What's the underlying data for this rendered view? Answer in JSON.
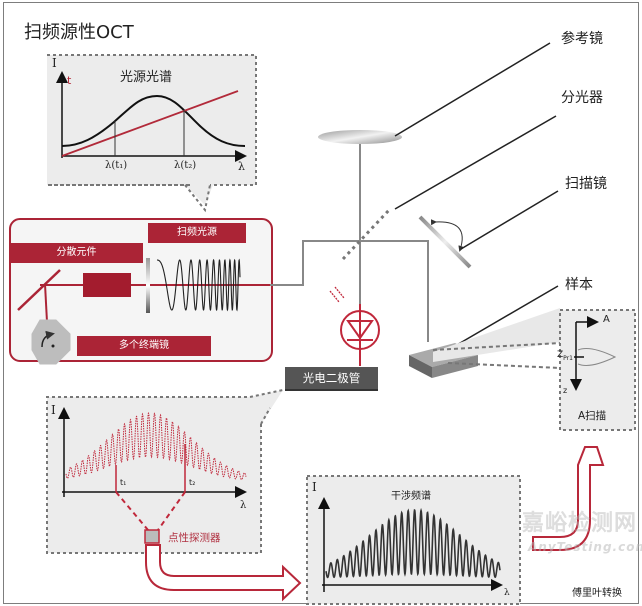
{
  "title": "扫频源性OCT",
  "labels": {
    "reference_mirror": "参考镜",
    "beam_splitter": "分光器",
    "scan_mirror": "扫描镜",
    "sample": "样本",
    "photodiode": "光电二极管",
    "swept_source": "扫频光源",
    "dispersive_element": "分散元件",
    "multi_end_mirror": "多个终端镜",
    "point_detector": "点性探测器",
    "fourier_transform": "傅里叶转换"
  },
  "source_spectrum_panel": {
    "title": "光源光谱",
    "y_axis_label": "I",
    "t_axis_label": "t",
    "x_axis_label": "λ",
    "tick1": "λ(t₁)",
    "tick2": "λ(t₂)"
  },
  "detector_panel": {
    "y_axis_label": "I",
    "x_axis_label": "λ",
    "t1": "t₁",
    "t2": "t₂"
  },
  "interference_panel": {
    "title": "干涉频谱",
    "y_axis_label": "I",
    "x_axis_label": "λ"
  },
  "ascan_panel": {
    "title": "A扫描",
    "x_axis_label": "A",
    "z_axis_label": "z",
    "peak_label": "Z",
    "peak_sub": "Pr1"
  },
  "watermark": {
    "text": "嘉峪检测网",
    "subtext": "AnyTesting.com"
  },
  "colors": {
    "accent_red": "#ab2436",
    "panel_gray": "#ececec",
    "dark_tag": "#555555"
  }
}
